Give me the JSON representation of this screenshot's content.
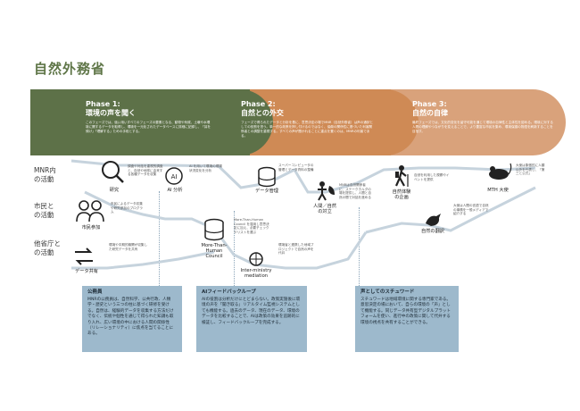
{
  "title": "自然外務省",
  "phases": [
    {
      "label": "Phase 1:",
      "name": "環境の声を聞く",
      "desc": "このフェーズでは、強い用いすべてのフェーズの要素となる、動物や気候、土壌や水環境に関するデータを取得し、環境を一元化されたデータベースに詳細に記録し、「耳を傾け」「理解する」ための手段とする。"
    },
    {
      "label": "Phase 2:",
      "name": "自然との外交",
      "desc": "フェーズで得られたデータと分析を基に、意思決定の場でMNR（自然外務省）は声の通訳としての役割を担う。単一的な政策を押し付けるのではなく、協働の関係性に基づいた利害関係者との調整を重視する。すべての声が聞かれることに重点を置くのは、MNRの利害である。"
    },
    {
      "label": "Phase 3:",
      "name": "自然の自律",
      "desc": "最終フェーズでは、文化的変化を留守可能を通じて環境の自律性と主体性を認める。環境に対する人間の理解やつながりを変えることで、より豊富な市民を集め、環境保護の物語を刷新することを目指す。"
    }
  ],
  "rows": [
    "MNR内\nの活動",
    "市民と\nの活動",
    "他省庁と\nの活動"
  ],
  "nodes": {
    "research": "研究",
    "ai_analysis": "AI 分析",
    "data_mgmt": "データ管理",
    "human_nature": "人間／自然\nの対立",
    "nature_exp": "自然体験\nの企画",
    "mth": "MTH 大使",
    "citizen": "市民参加",
    "more_than_human": "More-Than-\nHuman\nCouncil",
    "inter_ministry": "Inter-ministry\nmediation",
    "nature_translation": "自然の翻訳",
    "data_sharing": "データ共有"
  },
  "notes": {
    "research": "調査や対話を重視的調査と、自然や地球に由来する各種データを収集",
    "ai": "AI を用いて環境の現場状況変化を分析",
    "data": "スーパーコンピュータの管理とデータ資料の整備",
    "human_nature": "MNRは自然関係者に、ステークホルダの場を提供し、人間と自然の間で対話を進める",
    "nature_exp": "自然を利用した視察やイベントを提供",
    "mth": "大使は象徴的に人類以外を代表し、「第三と公式」",
    "citizen": "市民によるデータ収集や研究参加のプログラム",
    "council": "More-Than-Human Council を運用し意思決定に加え、必要チェックやリストを選ぶ",
    "translation": "大使は人間の言語で自然の事情を一般メディアで紹介する",
    "sharing": "環境や中期的機関が収集した研究データを共有",
    "mediation": "環境省と連携した地域プロジェクトで自然の声を代弁"
  },
  "boxes": [
    {
      "heading": "公務員",
      "body": "MNRの公務員は、自然科学、公共行政、人類学・歴史という三つの柱に基づく研修を受ける。自然は、経験的データを収集する方法だけでなく、伝統や個性を通じて得られた知識も取り入れ、広い環境の中における人間の関係性（リレーショナリティ）に焦点を当てることにある。"
    },
    {
      "heading": "AIフィードバックループ",
      "body": "AIの役割は分析だけにとどまらない。政策実施後に環境の声を「聞き取る」リアルタイム監視システムとしても機能する。過去のデータ、現在のデータ、環境のデータを比較することで、AIは政策の効果を追跡的に検証し、フィードバックループを完成する。"
    },
    {
      "heading": "声としてのスチュワード",
      "body": "スチュワードは地域環境に関する専門家である。意思決定の場において、自らの環境の「声」として機能する。同じデータ共有型デジタルプラットフォームを使い、進行中の政策に関して代弁する環境の視点を共有することができる。"
    }
  ],
  "colors": {
    "green": "#5d7148",
    "brown": "#cf8a55",
    "tan": "#d9a27b",
    "box": "#9db9cc",
    "line": "#c6d3dd"
  }
}
